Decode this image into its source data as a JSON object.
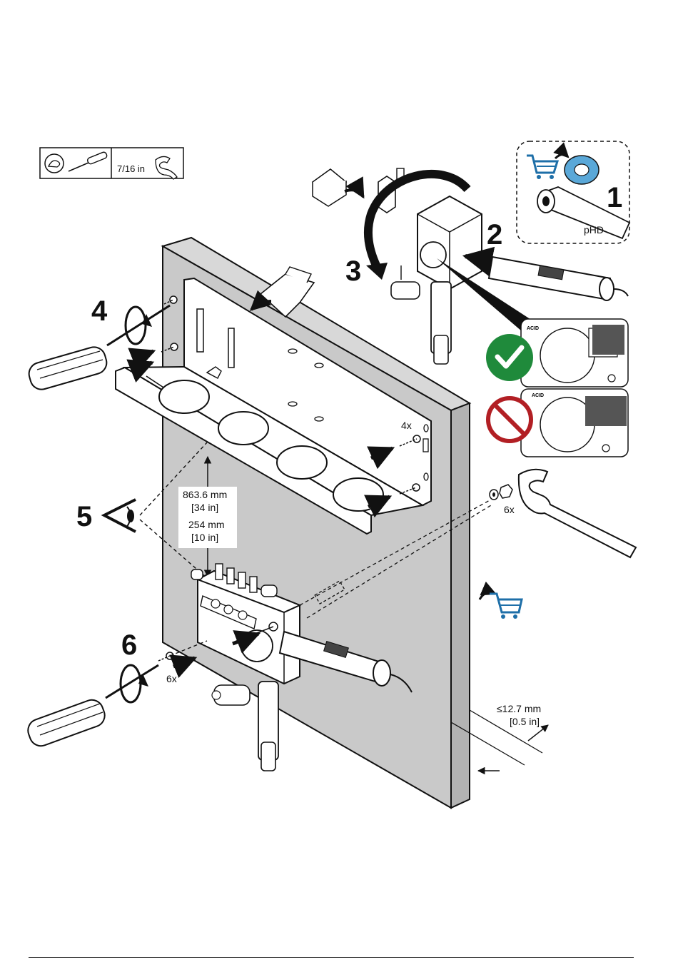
{
  "tools": {
    "wrench_size": "7/16 in",
    "screwdriver_icon": "screwdriver-icon",
    "gloves_icon": "gloves-icon",
    "wrench_icon": "wrench-icon"
  },
  "steps": [
    "1",
    "2",
    "3",
    "4",
    "5",
    "6"
  ],
  "callout_1": {
    "sensor_label": "pHD",
    "cart_icon": "shopping-cart-icon"
  },
  "sensor_cap_label": "ACID",
  "check_icon": "checkmark-icon",
  "prohibit_icon": "prohibited-icon",
  "quantities": {
    "bracket_screws": "4x",
    "washer_nut": "6x",
    "panel_screws": "6x"
  },
  "dimensions": {
    "height_mm": "863.6 mm",
    "height_in": "[34 in]",
    "gap_mm": "254 mm",
    "gap_in": "[10 in]",
    "thickness_mm": "≤12.7 mm",
    "thickness_in": "[0.5 in]"
  },
  "colors": {
    "panel": "#c9c9c9",
    "panel_side": "#b3b3b3",
    "check_green": "#1f8a3b",
    "prohibit_red": "#b21f24",
    "cart_blue": "#1e6fa8",
    "seal_blue": "#5aa8d8"
  }
}
